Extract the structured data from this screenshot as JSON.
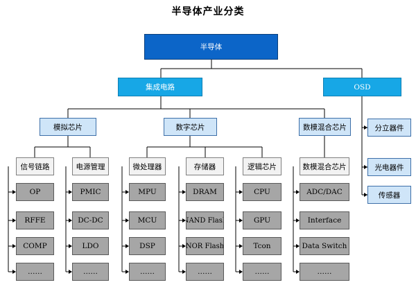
{
  "title": "半导体产业分类",
  "root": "半导体",
  "level1": [
    "集成电路",
    "OSD"
  ],
  "ic": {
    "categories": [
      "模拟芯片",
      "数字芯片",
      "数模混合芯片"
    ],
    "analog": {
      "groups": [
        "信号链路",
        "电源管理"
      ],
      "signal_chain": [
        "OP",
        "RFFE",
        "COMP",
        "……"
      ],
      "power_mgmt": [
        "PMIC",
        "DC-DC",
        "LDO",
        "……"
      ]
    },
    "digital": {
      "groups": [
        "微处理器",
        "存储器",
        "逻辑芯片"
      ],
      "microprocessor": [
        "MPU",
        "MCU",
        "DSP",
        "……"
      ],
      "memory": [
        "DRAM",
        "NAND Flash",
        "NOR Flash",
        "……"
      ],
      "logic": [
        "CPU",
        "GPU",
        "Tcon",
        "……"
      ]
    },
    "mixed": {
      "group": "数模混合芯片",
      "items": [
        "ADC/DAC",
        "Interface",
        "Data Switch",
        "……"
      ]
    }
  },
  "osd": {
    "items": [
      "分立器件",
      "光电器件",
      "传感器"
    ]
  },
  "colors": {
    "root": "#0c65c8",
    "level1": "#17a7e6",
    "level2": "#cfe5f8",
    "group": "#f2f2f2",
    "leaf": "#a6a6a6"
  }
}
